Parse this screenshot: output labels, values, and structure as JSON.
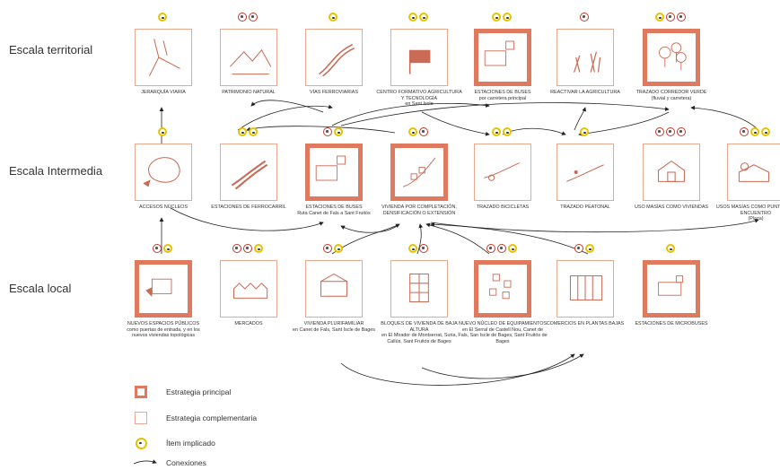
{
  "rows": {
    "territorial": "Escala territorial",
    "intermedia": "Escala Intermedia",
    "local": "Escala local"
  },
  "colors": {
    "principal": "#e07a5f",
    "complementary": "#e9a98f",
    "badge_red": "#c0392b",
    "badge_yellow": "#e8c200",
    "line": "#222222"
  },
  "nodes": {
    "t1": {
      "title": "JERARQUÍA VIARIA",
      "sub": "",
      "type": "complementaria",
      "icon": "road-network-icon",
      "badges": [
        "yellow"
      ]
    },
    "t2": {
      "title": "PATRIMONIO NATURAL",
      "sub": "",
      "type": "complementaria",
      "icon": "mountain-icon",
      "badges": [
        "red",
        "red"
      ]
    },
    "t3": {
      "title": "VÍAS FERROVIARIAS",
      "sub": "",
      "type": "complementaria",
      "icon": "railway-icon",
      "badges": [
        "yellow"
      ]
    },
    "t4": {
      "title": "CENTRO FORMATIVO AGRICULTURA Y TECNOLOGÍA",
      "sub": "en Sant Iscle",
      "type": "complementaria",
      "icon": "flag-icon",
      "badges": [
        "yellow",
        "yellow"
      ]
    },
    "t5": {
      "title": "ESTACIONES DE BUSES",
      "sub": "por carretera principal",
      "type": "principal",
      "icon": "bus-stop-icon",
      "badges": [
        "yellow",
        "yellow"
      ]
    },
    "t6": {
      "title": "REACTIVAR LA AGRICULTURA",
      "sub": "",
      "type": "complementaria",
      "icon": "crops-icon",
      "badges": [
        "red"
      ]
    },
    "t7": {
      "title": "TRAZADO CORREDOR VERDE",
      "sub": "(fluvial y carretera)",
      "type": "principal",
      "icon": "trees-icon",
      "badges": [
        "yellow",
        "red",
        "red"
      ]
    },
    "i1": {
      "title": "ACCESOS NÚCLEOS",
      "sub": "",
      "type": "complementaria",
      "icon": "core-access-icon",
      "badges": [
        "yellow"
      ]
    },
    "i2": {
      "title": "ESTACIONES DE FERROCARRIL",
      "sub": "",
      "type": "complementaria",
      "icon": "train-station-icon",
      "badges": [
        "yellow",
        "yellow"
      ]
    },
    "i3": {
      "title": "ESTACIONES DE BUSES",
      "sub": "Ruta Canet de Fals a Sant Fruitós",
      "type": "principal",
      "icon": "bus-stop-icon",
      "badges": [
        "red",
        "yellow"
      ]
    },
    "i4": {
      "title": "VIVIENDA POR COMPLETACIÓN, DENSIFICACIÓN O EXTENSIÓN",
      "sub": "",
      "type": "principal",
      "icon": "housing-slope-icon",
      "badges": [
        "yellow",
        "red"
      ]
    },
    "i5": {
      "title": "TRAZADO BICICLETAS",
      "sub": "",
      "type": "complementaria",
      "icon": "bike-path-icon",
      "badges": [
        "yellow",
        "yellow"
      ]
    },
    "i6": {
      "title": "TRAZADO PEATONAL",
      "sub": "",
      "type": "complementaria",
      "icon": "pedestrian-path-icon",
      "badges": [
        "yellow"
      ]
    },
    "i7": {
      "title": "USO MASÍAS COMO VIVIENDAS",
      "sub": "",
      "type": "complementaria",
      "icon": "farmhouse-icon",
      "badges": [
        "red",
        "red",
        "red"
      ]
    },
    "i8": {
      "title": "USOS MASÍAS COMO PUNTOS DE ENCUENTRO",
      "sub": "(Plaza)",
      "type": "complementaria",
      "icon": "meeting-point-icon",
      "badges": [
        "red",
        "yellow",
        "yellow"
      ]
    },
    "l1": {
      "title": "NUEVOS ESPACIOS PÚBLICOS",
      "sub": "como puertas de entrada, y en los nuevos viviendas topológicas",
      "type": "principal",
      "icon": "public-space-icon",
      "badges": [
        "red",
        "yellow"
      ]
    },
    "l2": {
      "title": "MERCADOS",
      "sub": "",
      "type": "complementaria",
      "icon": "market-icon",
      "badges": [
        "red",
        "red",
        "yellow"
      ]
    },
    "l3": {
      "title": "VIVIENDA PLURIFAMILIAR",
      "sub": "en Canet de Fals, Sant Iscle de Bages",
      "type": "complementaria",
      "icon": "apartment-icon",
      "badges": [
        "red",
        "yellow"
      ]
    },
    "l4": {
      "title": "BLOQUES DE VIVIENDA DE BAJA ALTURA",
      "sub": "en El Mirador de Montserrat, Suria, Callús, Sant Fruitós de Bages",
      "type": "complementaria",
      "icon": "housing-block-icon",
      "badges": [
        "yellow",
        "red"
      ]
    },
    "l5": {
      "title": "NUEVO NÚCLEO DE EQUIPAMIENTOS",
      "sub": "en El Serral de Castell Nou, Canet de Fals, San Iscle de Bages, Sant Fruitós de Bages",
      "type": "principal",
      "icon": "facilities-icon",
      "badges": [
        "red",
        "red",
        "yellow"
      ]
    },
    "l6": {
      "title": "COMERCIOS EN PLANTAS BAJAS",
      "sub": "",
      "type": "complementaria",
      "icon": "shops-icon",
      "badges": [
        "red",
        "yellow"
      ]
    },
    "l7": {
      "title": "ESTACIONES DE MICROBUSES",
      "sub": "",
      "type": "principal",
      "icon": "microbus-icon",
      "badges": [
        "yellow"
      ]
    }
  },
  "legend": {
    "principal": "Estrategia principal",
    "complementaria": "Estrategia complementaria",
    "item": "Ítem implicado",
    "conexiones": "Conexiones"
  }
}
